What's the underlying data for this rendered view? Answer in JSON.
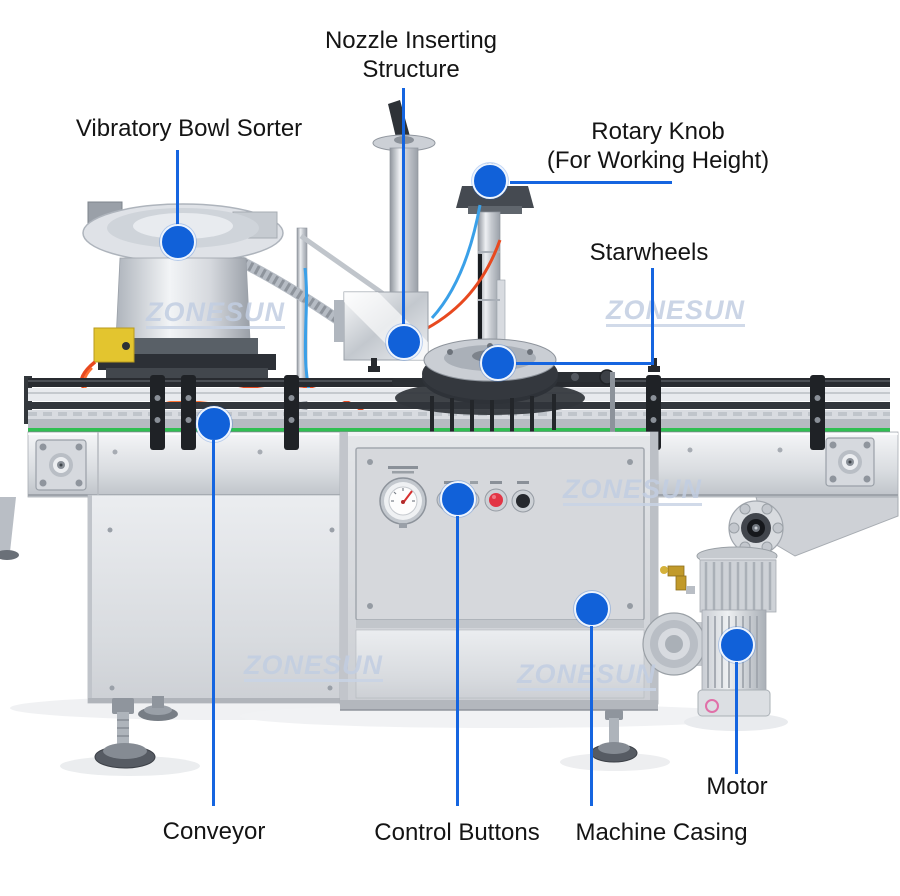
{
  "diagram": {
    "background_color": "#ffffff",
    "accent_blue": "#1161d9",
    "leader_line_color": "#1565e0",
    "label_text_color": "#141414",
    "watermark": {
      "text": "ZONESUN",
      "color": "#c2cee2"
    },
    "annotations": [
      {
        "id": "nozzle-inserting-structure",
        "label": "Nozzle Inserting\nStructure"
      },
      {
        "id": "vibratory-bowl-sorter",
        "label": "Vibratory Bowl Sorter"
      },
      {
        "id": "rotary-knob",
        "label": "Rotary Knob\n(For Working Height)"
      },
      {
        "id": "starwheels",
        "label": "Starwheels"
      },
      {
        "id": "conveyor",
        "label": "Conveyor"
      },
      {
        "id": "control-buttons",
        "label": "Control Buttons"
      },
      {
        "id": "machine-casing",
        "label": "Machine Casing"
      },
      {
        "id": "motor",
        "label": "Motor"
      }
    ],
    "machine_colors": {
      "steel_light": "#eef0f3",
      "steel_dark": "#9aa0a8",
      "dark_metal": "#26292d",
      "belt_green": "#2fbf52",
      "tube_red": "#e8491f",
      "tube_blue": "#3aa0e8",
      "hopper_yellow": "#e3c52f",
      "button_red": "#e23545",
      "button_black": "#26292e"
    }
  }
}
